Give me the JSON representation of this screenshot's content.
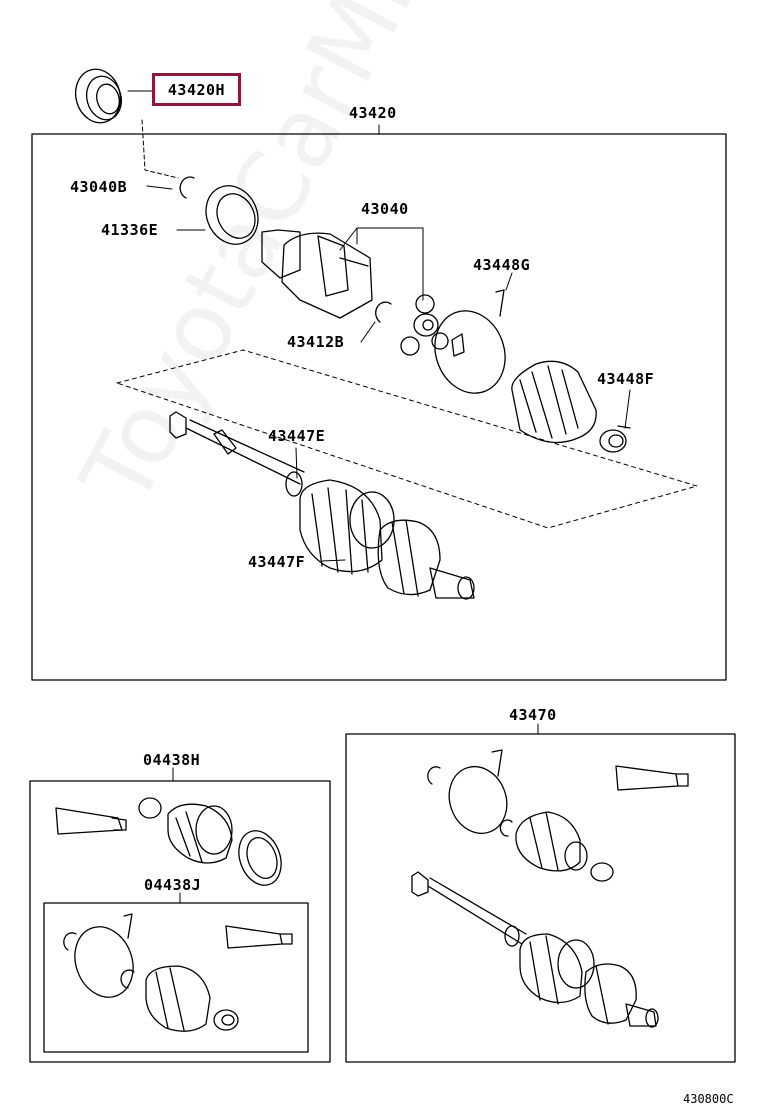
{
  "parts": {
    "highlighted": "43420H",
    "assembly_main": "43420",
    "snap_ring_b": "43040B",
    "seal_e": "41336E",
    "joint_set": "43040",
    "clamp_g": "43448G",
    "snap_ring_412": "43412B",
    "clamp_f": "43448F",
    "boot_e": "43447E",
    "boot_f": "43447F",
    "assembly_right": "43470",
    "boot_kit_h": "04438H",
    "boot_kit_j": "04438J"
  },
  "diagram_code": "430800C",
  "watermark": "ToyotaCarMine.ru",
  "colors": {
    "highlight": "#8b1a3a",
    "lines": "#000000"
  }
}
